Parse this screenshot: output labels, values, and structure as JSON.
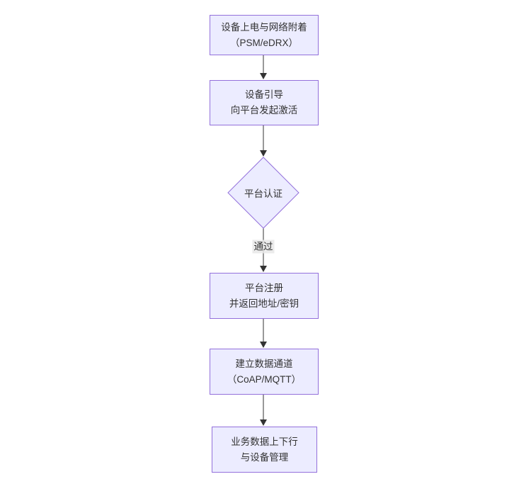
{
  "diagram": {
    "type": "flowchart",
    "direction": "top-down",
    "colors": {
      "background": "#ffffff",
      "node_fill": "#ECECFF",
      "node_border": "#9370DB",
      "text": "#333333",
      "arrow": "#333333",
      "edge_label_bg": "#e8e8e8"
    },
    "nodes": [
      {
        "id": "power_attach",
        "shape": "rect",
        "line1": "设备上电与网络附着",
        "line2": "（PSM/eDRX）"
      },
      {
        "id": "bootstrap",
        "shape": "rect",
        "line1": "设备引导",
        "line2": "向平台发起激活"
      },
      {
        "id": "auth",
        "shape": "diamond",
        "line1": "平台认证",
        "line2": ""
      },
      {
        "id": "register",
        "shape": "rect",
        "line1": "平台注册",
        "line2": "并返回地址/密钥"
      },
      {
        "id": "channel",
        "shape": "rect",
        "line1": "建立数据通道",
        "line2": "（CoAP/MQTT）"
      },
      {
        "id": "business",
        "shape": "rect",
        "line1": "业务数据上下行",
        "line2": "与设备管理"
      }
    ],
    "edges": [
      {
        "from": "power_attach",
        "to": "bootstrap",
        "label": ""
      },
      {
        "from": "bootstrap",
        "to": "auth",
        "label": ""
      },
      {
        "from": "auth",
        "to": "register",
        "label": "通过"
      },
      {
        "from": "register",
        "to": "channel",
        "label": ""
      },
      {
        "from": "channel",
        "to": "business",
        "label": ""
      }
    ],
    "edge_label": "通过"
  }
}
